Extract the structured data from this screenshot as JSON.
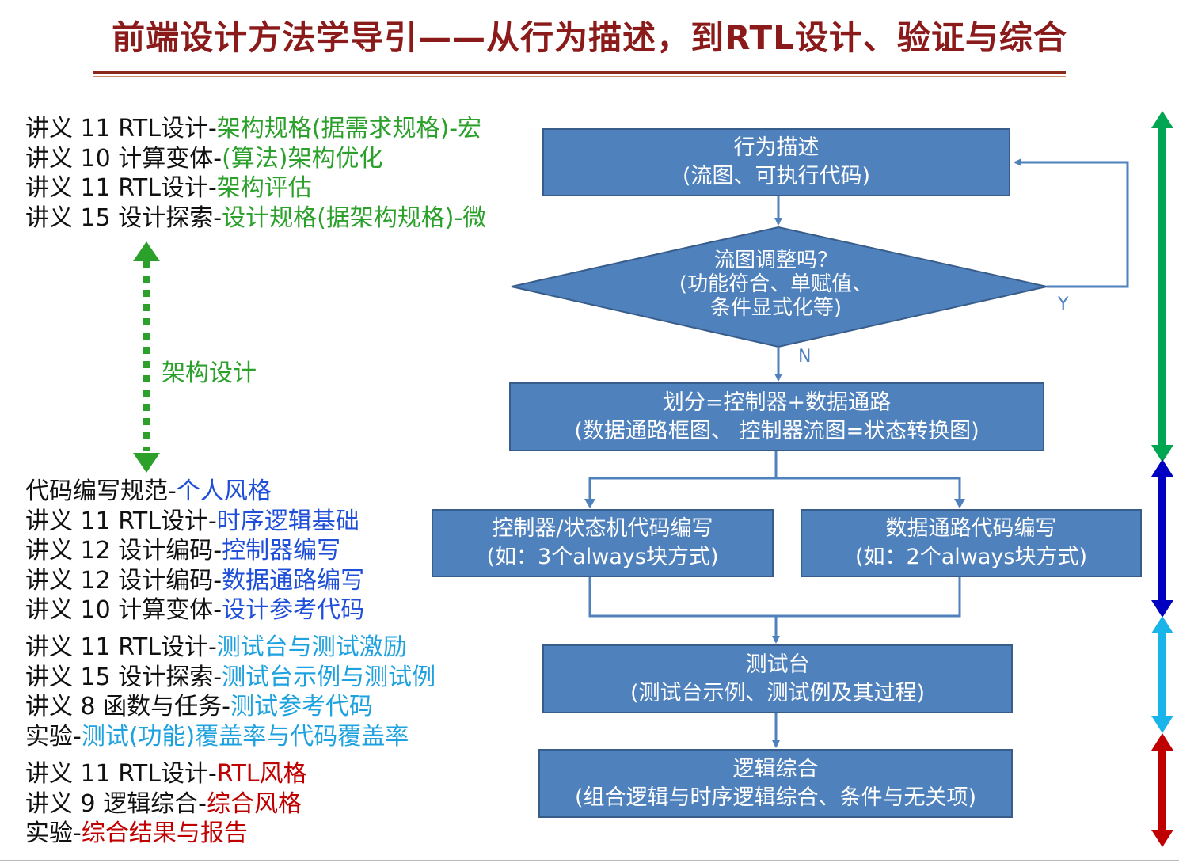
{
  "title": "前端设计方法学导引——从行为描述，到RTL设计、验证与综合",
  "arch_label": "架构设计",
  "groups": {
    "green": [
      {
        "prefix": "讲义 11 RTL设计-",
        "highlight": "架构规格(据需求规格)-宏"
      },
      {
        "prefix": "讲义 10 计算变体-",
        "highlight": "(算法)架构优化"
      },
      {
        "prefix": "讲义 11 RTL设计-",
        "highlight": "架构评估"
      },
      {
        "prefix": "讲义 15 设计探索-",
        "highlight": "设计规格(据架构规格)-微"
      }
    ],
    "blue": [
      {
        "prefix": "代码编写规范-",
        "highlight": "个人风格"
      },
      {
        "prefix": "讲义 11 RTL设计-",
        "highlight": "时序逻辑基础"
      },
      {
        "prefix": "讲义 12 设计编码-",
        "highlight": "控制器编写"
      },
      {
        "prefix": "讲义 12 设计编码-",
        "highlight": "数据通路编写"
      },
      {
        "prefix": "讲义 10 计算变体-",
        "highlight": "设计参考代码"
      }
    ],
    "cyan": [
      {
        "prefix": "讲义 11 RTL设计-",
        "highlight": "测试台与测试激励"
      },
      {
        "prefix": "讲义 15 设计探索-",
        "highlight": "测试台示例与测试例"
      },
      {
        "prefix": "讲义 8 函数与任务-",
        "highlight": "测试参考代码"
      },
      {
        "prefix": "实验-",
        "highlight": "测试(功能)覆盖率与代码覆盖率"
      }
    ],
    "red": [
      {
        "prefix": "讲义 11 RTL设计-",
        "highlight": "RTL风格"
      },
      {
        "prefix": "讲义 9 逻辑综合-",
        "highlight": "综合风格"
      },
      {
        "prefix": "实验-",
        "highlight": "综合结果与报告"
      }
    ]
  },
  "flow": {
    "behavior": {
      "line1": "行为描述",
      "line2": "(流图、可执行代码)"
    },
    "decision": {
      "line1": "流图调整吗？",
      "line2": "(功能符合、单赋值、",
      "line3": "条件显式化等)"
    },
    "yes_label": "Y",
    "no_label": "N",
    "partition": {
      "line1": "划分=控制器+数据通路",
      "line2": "(数据通路框图、 控制器流图=状态转换图)"
    },
    "controller": {
      "line1": "控制器/状态机代码编写",
      "line2": "(如：3个always块方式)"
    },
    "datapath": {
      "line1": "数据通路代码编写",
      "line2": "(如：2个always块方式)"
    },
    "testbench": {
      "line1": "测试台",
      "line2": "(测试台示例、测试例及其过程)"
    },
    "synthesis": {
      "line1": "逻辑综合",
      "line2": "(组合逻辑与时序逻辑综合、条件与无关项)"
    }
  },
  "colors": {
    "title": "#8B1A1A",
    "box_fill": "#4F81BD",
    "box_border": "#385D8A",
    "green": "#2BA02B",
    "blue": "#1F4FD8",
    "cyan": "#1DA1DF",
    "red": "#C00000",
    "bar_green": "#00A651",
    "bar_blue": "#0000C0",
    "bar_cyan": "#19B4EA",
    "bar_red": "#C00000"
  }
}
